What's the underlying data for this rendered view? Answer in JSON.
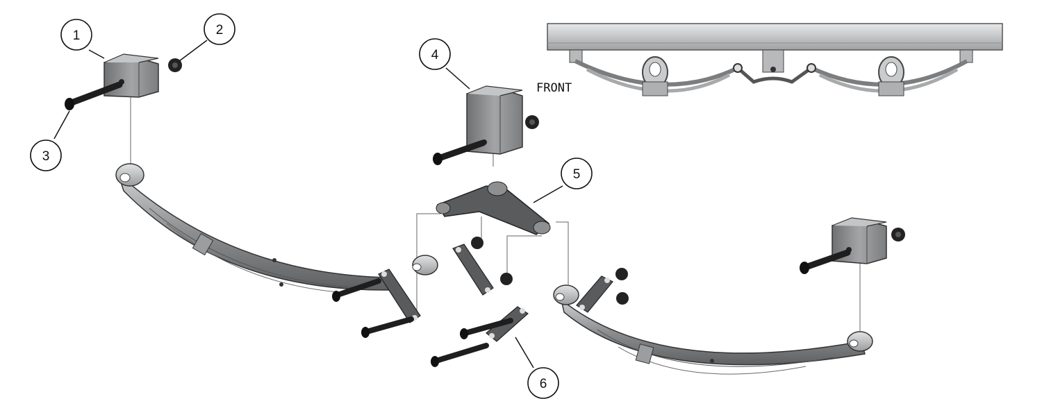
{
  "callouts": [
    {
      "label": "1"
    },
    {
      "label": "2"
    },
    {
      "label": "3"
    },
    {
      "label": "4"
    },
    {
      "label": "5"
    },
    {
      "label": "6"
    }
  ],
  "front_label": "FRONT",
  "colors": {
    "leaf_spring_main": "#8c8e90",
    "leaf_spring_light": "#c6c8ca",
    "hanger_bracket": "#8a8b8d",
    "bolt_nut": "#222222",
    "frame_rail": "#c9cbcd",
    "callout_stroke": "#111111"
  }
}
